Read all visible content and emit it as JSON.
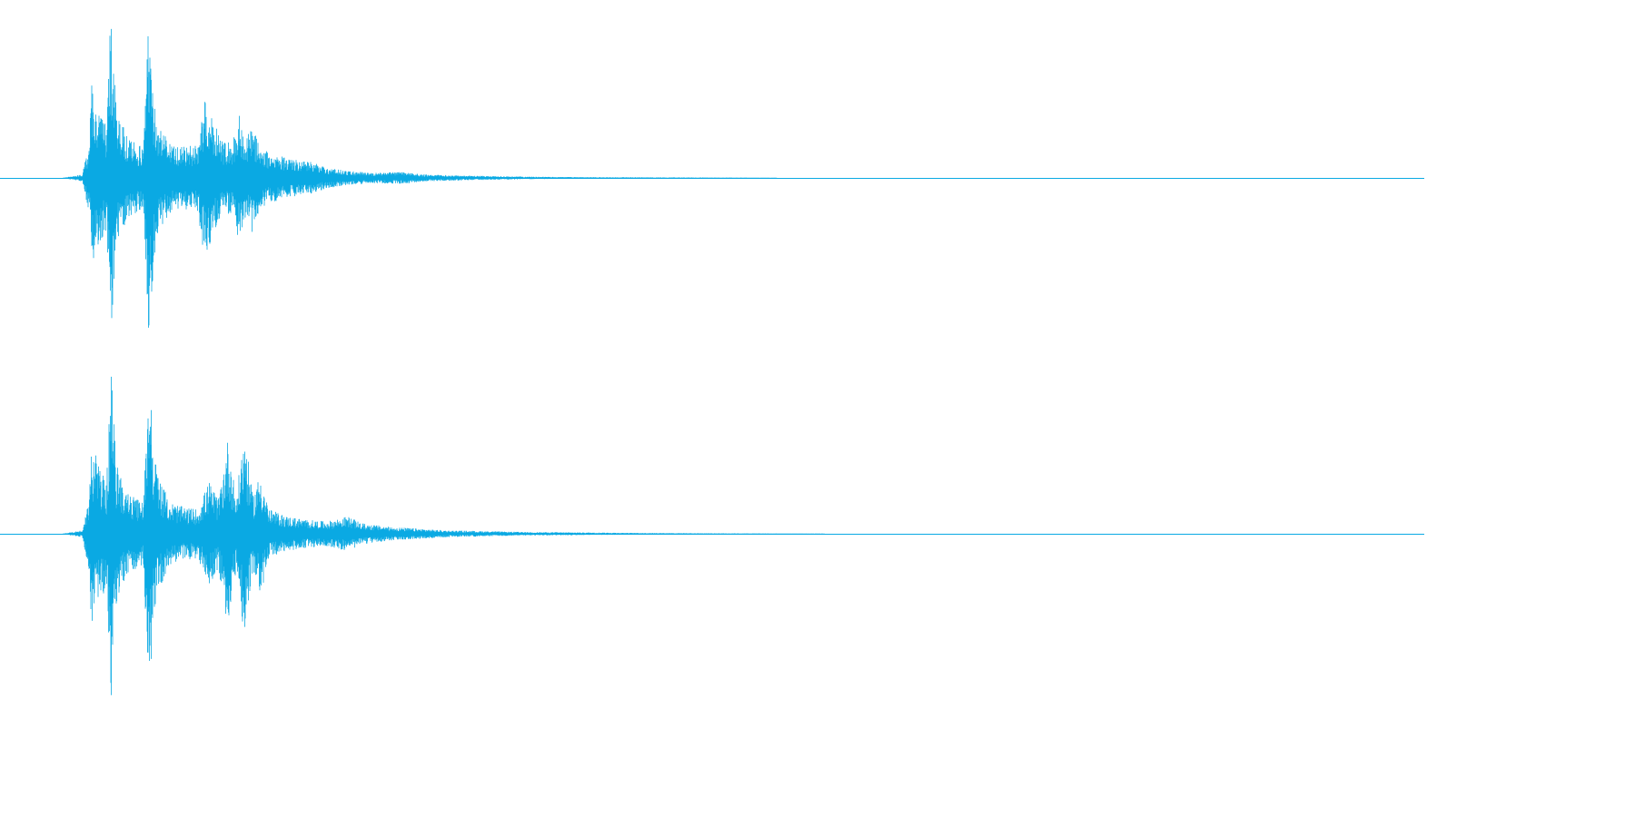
{
  "waveform": {
    "color": "#0aa9e3",
    "background": "#ffffff",
    "channels": [
      {
        "name": "",
        "envelope": [
          [
            0.0,
            0.0
          ],
          [
            0.015,
            0.02
          ],
          [
            0.02,
            0.2
          ],
          [
            0.022,
            0.55
          ],
          [
            0.025,
            0.45
          ],
          [
            0.03,
            0.35
          ],
          [
            0.033,
            0.3
          ],
          [
            0.036,
            0.98
          ],
          [
            0.04,
            0.4
          ],
          [
            0.045,
            0.3
          ],
          [
            0.05,
            0.22
          ],
          [
            0.055,
            0.2
          ],
          [
            0.06,
            0.18
          ],
          [
            0.064,
            0.99
          ],
          [
            0.068,
            0.45
          ],
          [
            0.072,
            0.3
          ],
          [
            0.08,
            0.2
          ],
          [
            0.09,
            0.18
          ],
          [
            0.1,
            0.2
          ],
          [
            0.105,
            0.5
          ],
          [
            0.11,
            0.35
          ],
          [
            0.118,
            0.22
          ],
          [
            0.125,
            0.2
          ],
          [
            0.13,
            0.38
          ],
          [
            0.135,
            0.22
          ],
          [
            0.14,
            0.32
          ],
          [
            0.145,
            0.18
          ],
          [
            0.155,
            0.14
          ],
          [
            0.165,
            0.12
          ],
          [
            0.175,
            0.1
          ],
          [
            0.185,
            0.09
          ],
          [
            0.195,
            0.06
          ],
          [
            0.21,
            0.04
          ],
          [
            0.23,
            0.03
          ],
          [
            0.25,
            0.035
          ],
          [
            0.265,
            0.02
          ],
          [
            0.29,
            0.015
          ],
          [
            0.32,
            0.01
          ],
          [
            0.36,
            0.006
          ],
          [
            0.4,
            0.004
          ],
          [
            0.45,
            0.003
          ],
          [
            0.5,
            0.002
          ],
          [
            0.55,
            0.0
          ],
          [
            1.0,
            0.0
          ]
        ]
      },
      {
        "name": "",
        "envelope": [
          [
            0.0,
            0.0
          ],
          [
            0.015,
            0.02
          ],
          [
            0.02,
            0.2
          ],
          [
            0.022,
            0.55
          ],
          [
            0.025,
            0.45
          ],
          [
            0.03,
            0.35
          ],
          [
            0.033,
            0.3
          ],
          [
            0.036,
            0.98
          ],
          [
            0.04,
            0.4
          ],
          [
            0.045,
            0.3
          ],
          [
            0.05,
            0.22
          ],
          [
            0.055,
            0.2
          ],
          [
            0.06,
            0.18
          ],
          [
            0.064,
            0.99
          ],
          [
            0.068,
            0.45
          ],
          [
            0.072,
            0.3
          ],
          [
            0.08,
            0.18
          ],
          [
            0.09,
            0.15
          ],
          [
            0.1,
            0.14
          ],
          [
            0.108,
            0.3
          ],
          [
            0.115,
            0.2
          ],
          [
            0.122,
            0.55
          ],
          [
            0.128,
            0.2
          ],
          [
            0.134,
            0.6
          ],
          [
            0.14,
            0.22
          ],
          [
            0.146,
            0.35
          ],
          [
            0.152,
            0.14
          ],
          [
            0.165,
            0.1
          ],
          [
            0.18,
            0.08
          ],
          [
            0.195,
            0.07
          ],
          [
            0.21,
            0.1
          ],
          [
            0.22,
            0.06
          ],
          [
            0.24,
            0.04
          ],
          [
            0.26,
            0.03
          ],
          [
            0.28,
            0.02
          ],
          [
            0.31,
            0.015
          ],
          [
            0.34,
            0.01
          ],
          [
            0.38,
            0.008
          ],
          [
            0.42,
            0.005
          ],
          [
            0.47,
            0.003
          ],
          [
            0.52,
            0.002
          ],
          [
            0.6,
            0.0
          ],
          [
            1.0,
            0.0
          ]
        ]
      }
    ]
  }
}
